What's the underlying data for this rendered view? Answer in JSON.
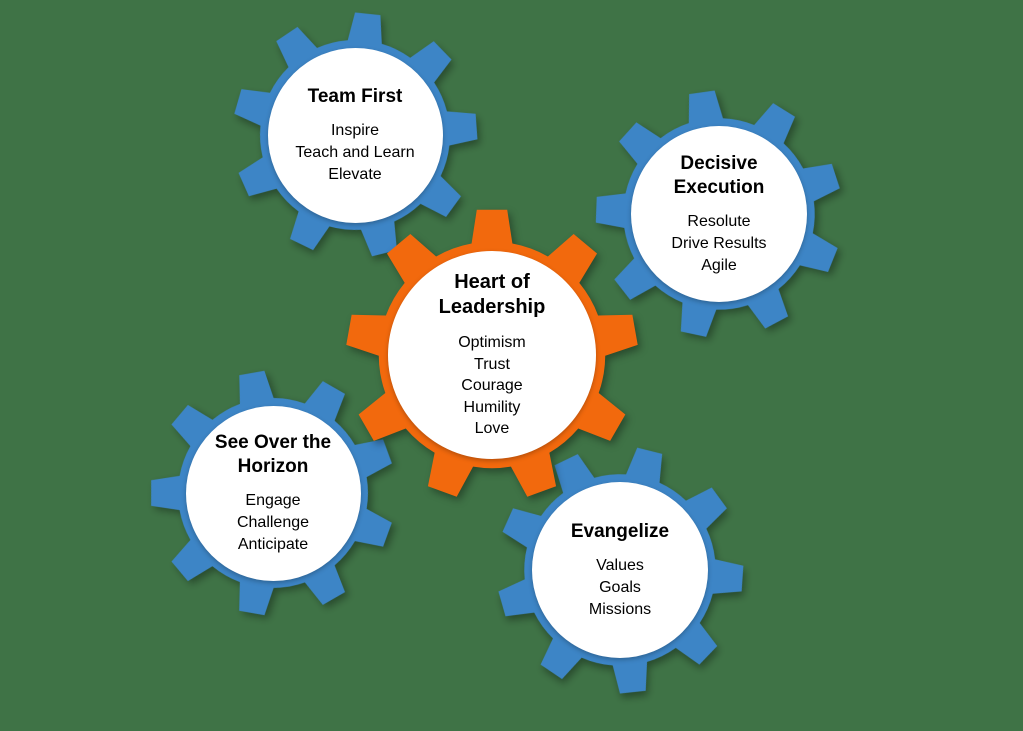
{
  "diagram": {
    "name": "Leadership gears diagram",
    "background_color": "#3F7346"
  },
  "colors": {
    "blue": "#3D85C6",
    "orange": "#F2690D",
    "circle": "#FFFFFF",
    "text": "#000000"
  },
  "gears": [
    {
      "id": "team-first",
      "title": "Team First",
      "items": [
        "Inspire",
        "Teach and Learn",
        "Elevate"
      ],
      "color": "#3D85C6"
    },
    {
      "id": "decisive-execution",
      "title": "Decisive Execution",
      "items": [
        "Resolute",
        "Drive Results",
        "Agile"
      ],
      "color": "#3D85C6"
    },
    {
      "id": "heart-of-leadership",
      "title": "Heart of Leadership",
      "items": [
        "Optimism",
        "Trust",
        "Courage",
        "Humility",
        "Love"
      ],
      "color": "#F2690D"
    },
    {
      "id": "see-over-the-horizon",
      "title": "See Over the Horizon",
      "items": [
        "Engage",
        "Challenge",
        "Anticipate"
      ],
      "color": "#3D85C6"
    },
    {
      "id": "evangelize",
      "title": "Evangelize",
      "items": [
        "Values",
        "Goals",
        "Missions"
      ],
      "color": "#3D85C6"
    }
  ]
}
